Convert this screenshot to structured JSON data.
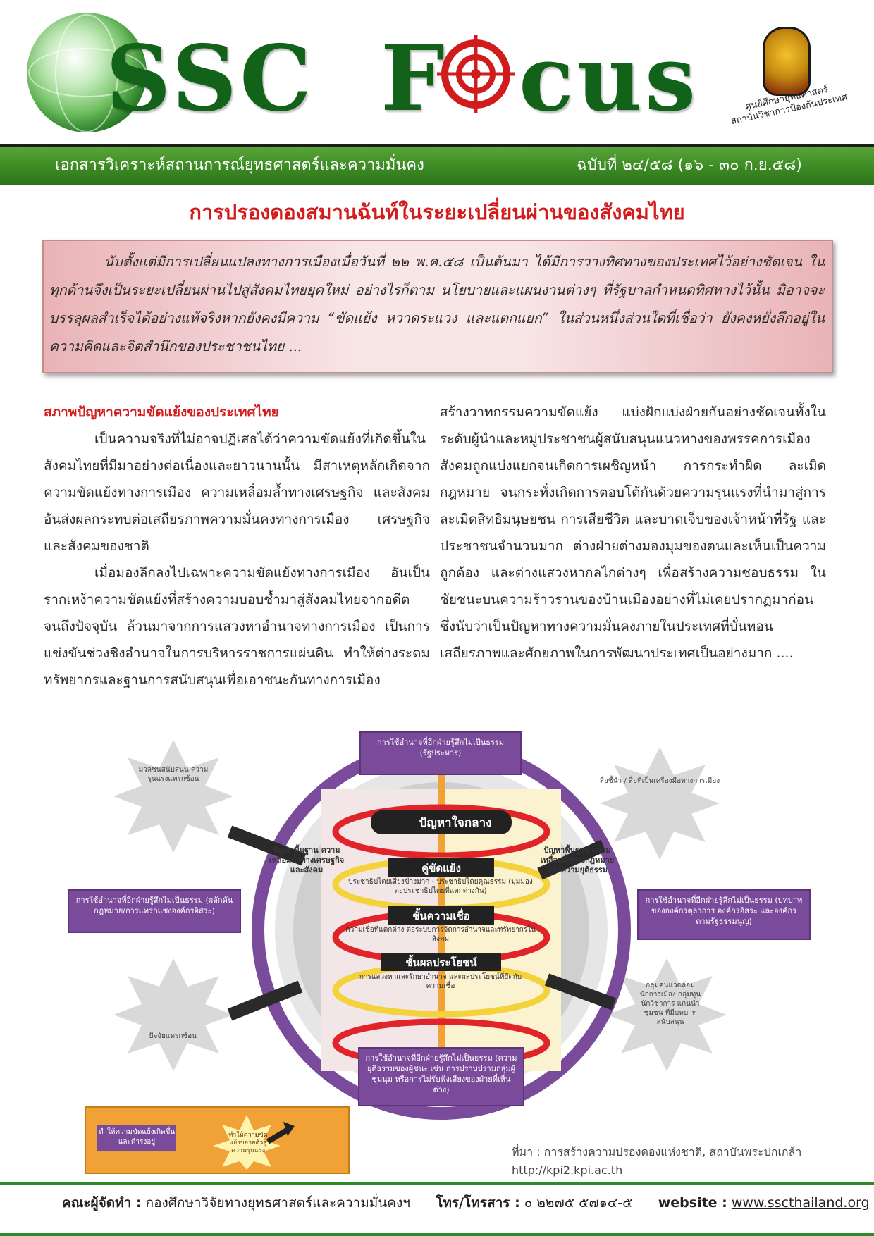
{
  "masthead": {
    "brand_left": "SSC",
    "brand_right_start": "F",
    "brand_right_end": "cus",
    "org_line1": "ศูนย์ศึกษายุทธศาสตร์",
    "org_line2": "สถาบันวิชาการป้องกันประเทศ",
    "icons": [
      "globe-icon",
      "crosshair-target-icon",
      "emblem-logo"
    ]
  },
  "band": {
    "title": "เอกสารวิเคราะห์สถานการณ์ยุทธศาสตร์และความมั่นคง",
    "issue": "ฉบับที่  ๒๔/๕๘   (๑๖ - ๓๐ ก.ย.๕๘)"
  },
  "article": {
    "title": "การปรองดองสมานฉันท์ในระยะเปลี่ยนผ่านของสังคมไทย",
    "abstract": "นับตั้งแต่มีการเปลี่ยนแปลงทางการเมืองเมื่อวันที่ ๒๒ พ.ค.๕๘ เป็นต้นมา ได้มีการวางทิศทางของประเทศไว้อย่างชัดเจน ในทุกด้านจึงเป็นระยะเปลี่ยนผ่านไปสู่สังคมไทยยุคใหม่ อย่างไรก็ตาม นโยบายและแผนงานต่างๆ ที่รัฐบาลกำหนดทิศทางไว้นั้น มิอาจจะบรรลุผลสำเร็จได้อย่างแท้จริงหากยังคงมีความ “ขัดแย้ง หวาดระแวง และแตกแยก” ในส่วนหนึ่งส่วนใดที่เชื่อว่า ยังคงหยั่งลึกอยู่ในความคิดและจิตสำนึกของประชาชนไทย ...",
    "section_heading": "สภาพปัญหาความขัดแย้งของประเทศไทย",
    "para1": "เป็นความจริงที่ไม่อาจปฏิเสธได้ว่าความขัดแย้งที่เกิดขึ้นในสังคมไทยที่มีมาอย่างต่อเนื่องและยาวนานนั้น มีสาเหตุหลักเกิดจากความขัดแย้งทางการเมือง ความเหลื่อมล้ำทางเศรษฐกิจ และสังคม อันส่งผลกระทบต่อเสถียรภาพความมั่นคงทางการเมือง เศรษฐกิจ และสังคมของชาติ",
    "para2": "เมื่อมองลึกลงไปเฉพาะความขัดแย้งทางการเมือง อันเป็นรากเหง้าความขัดแย้งที่สร้างความบอบช้ำมาสู่สังคมไทยจากอดีตจนถึงปัจจุบัน ล้วนมาจากการแสวงหาอำนาจทางการเมือง เป็นการแข่งขันช่วงชิงอำนาจในการบริหารราชการแผ่นดิน ทำให้ต่างระดมทรัพยากรและฐานการสนับสนุนเพื่อเอาชนะกันทางการเมือง",
    "para3": "สร้างวาทกรรมความขัดแย้ง แบ่งฝักแบ่งฝ่ายกันอย่างชัดเจนทั้งในระดับผู้นำและหมู่ประชาชนผู้สนับสนุนแนวทางของพรรคการเมือง สังคมถูกแบ่งแยกจนเกิดการเผชิญหน้า การกระทำผิด ละเมิดกฎหมาย จนกระทั่งเกิดการตอบโต้กันด้วยความรุนแรงที่นำมาสู่การละเมิดสิทธิมนุษยชน การเสียชีวิต และบาดเจ็บของเจ้าหน้าที่รัฐ และประชาชนจำนวนมาก ต่างฝ่ายต่างมองมุมของตนและเห็นเป็นความถูกต้อง และต่างแสวงหากลไกต่างๆ เพื่อสร้างความชอบธรรม ในชัยชนะบนความร้าวรานของบ้านเมืองอย่างที่ไม่เคยปรากฏมาก่อน ซึ่งนับว่าเป็นปัญหาทางความมั่นคงภายในประเทศที่บั่นทอนเสถียรภาพและศักยภาพในการพัฒนาประเทศเป็นอย่างมาก ...."
  },
  "diagram": {
    "center_core": "ปัญหาใจกลาง",
    "layer1_title": "คู่ขัดแย้ง",
    "layer1_text": "ประชาธิปไตยเสียงข้างมาก - ประชาธิปไตยคุณธรรม (มุมมองต่อประชาธิปไตยที่แตกต่างกัน)",
    "layer2_title": "ชั้นความเชื่อ",
    "layer2_text": "ความเชื่อที่แตกต่าง ต่อระบบการจัดการอำนาจและทรัพยากรในสังคม",
    "layer3_title": "ชั้นผลประโยชน์",
    "layer3_text": "การแสวงหาและรักษาอำนาจ และผลประโยชน์ที่ยึดกับความเชื่อ",
    "callout_top": "การใช้อำนาจที่อีกฝ่ายรู้สึกไม่เป็นธรรม (รัฐประหาร)",
    "callout_left": "การใช้อำนาจที่อีกฝ่ายรู้สึกไม่เป็นธรรม (ผลักดันกฎหมาย/การแทรกแซงองค์กรอิสระ)",
    "callout_right": "การใช้อำนาจที่อีกฝ่ายรู้สึกไม่เป็นธรรม (บทบาทขององค์กรตุลาการ องค์กรอิสระ และองค์กรตามรัฐธรรมนูญ)",
    "callout_bottom": "การใช้อำนาจที่อีกฝ่ายรู้สึกไม่เป็นธรรม (ความยุติธรรมของผู้ชนะ เช่น การปราบปรามกลุ่มผู้ชุมนุม หรือการไม่รับฟังเสียงของฝ่ายที่เห็นต่าง)",
    "star_top_left": "มวลชนสนับสนุน ความรุนแรงแทรกซ้อน",
    "star_top_right": "สื่อชี้นำ / สื่อที่เป็นเครื่องมือทางการเมือง",
    "star_bottom_left": "ปัจจัยแทรกซ้อน",
    "star_bottom_right": "กลุ่มคนแวดล้อม นักการเมือง กลุ่มทุน นักวิชาการ แกนนำชุมชน ที่มีบทบาทสนับสนุน",
    "ring_left": "ปัญหาพื้นฐาน ความเหลื่อมล้ำทางเศรษฐกิจและสังคม",
    "ring_right": "ปัญหาพื้นฐาน ความเหลื่อมล้ำทางกฎหมายและความยุติธรรม",
    "legend_box": "ทำให้ความขัดแย้งเกิดขึ้น และดำรงอยู่",
    "legend_star": "ทำให้ความขัดแย้งขยายตัวสู่ความรุนแรง",
    "colors": {
      "purple": "#7a4b9a",
      "red": "#e0242a",
      "yellow": "#f4d23c",
      "orange": "#f0a236"
    }
  },
  "source": {
    "line1": "ที่มา : การสร้างความปรองดองแห่งชาติ, สถาบันพระปกเกล้า",
    "line2": "http://kpi2.kpi.ac.th"
  },
  "footer": {
    "producer_label": "คณะผู้จัดทำ :",
    "producer": "กองศึกษาวิจัยทางยุทธศาสตร์และความมั่นคงฯ",
    "phone_label": "โทร/โทรสาร :",
    "phone": "๐ ๒๒๗๕ ๕๗๑๔-๕",
    "website_label": "website :",
    "website": "www.sscthailand.org"
  }
}
